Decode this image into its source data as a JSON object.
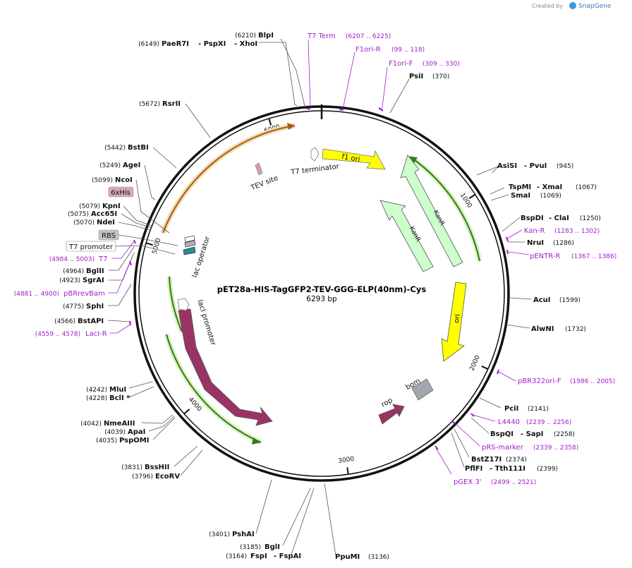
{
  "header": {
    "created_by": "Created by",
    "brand": "SnapGene"
  },
  "map": {
    "name": "pET28a-HIS-TagGFP2-TEV-GGG-ELP(40nm)-Cys",
    "size": "6293 bp",
    "total_bp": 6293,
    "ticks": [
      {
        "bp": 1000,
        "label": "1000"
      },
      {
        "bp": 2000,
        "label": "2000"
      },
      {
        "bp": 3000,
        "label": "3000"
      },
      {
        "bp": 4000,
        "label": "4000"
      },
      {
        "bp": 5000,
        "label": "5000"
      },
      {
        "bp": 6000,
        "label": "6000"
      }
    ]
  },
  "features": {
    "f1ori": "f1 ori",
    "t7term": "T7 terminator",
    "tev": "TEV site",
    "kanr_a": "KanR",
    "kanr_b": "KanR",
    "ori": "ori",
    "bom": "bom",
    "rop": "rop",
    "laci": "lacI",
    "laci_promoter": "lacI promoter",
    "lac_operator": "lac operator"
  },
  "boxed": {
    "his": "6xHis",
    "rbs": "RBS",
    "t7promoter": "T7 promoter"
  },
  "left_labels": [
    {
      "pos": "(6149)",
      "name": "PaeR7I",
      "extra": "- PspXI",
      "extra2": "- XhoI"
    },
    {
      "pos": "(6210)",
      "name": "BlpI"
    },
    {
      "pos": "(5672)",
      "name": "RsrII"
    },
    {
      "pos": "(5442)",
      "name": "BstBI"
    },
    {
      "pos": "(5249)",
      "name": "AgeI"
    },
    {
      "pos": "(5099)",
      "name": "NcoI"
    },
    {
      "pos": "(5079)",
      "name": "KpnI"
    },
    {
      "pos": "(5075)",
      "name": "Acc65I"
    },
    {
      "pos": "(5070)",
      "name": "NdeI"
    },
    {
      "pos": "(4984 .. 5003)",
      "name": "T7",
      "primer": true
    },
    {
      "pos": "(4964)",
      "name": "BglII"
    },
    {
      "pos": "(4923)",
      "name": "SgrAI"
    },
    {
      "pos": "(4881 .. 4900)",
      "name": "pBRrevBam",
      "primer": true
    },
    {
      "pos": "(4775)",
      "name": "SphI"
    },
    {
      "pos": "(4566)",
      "name": "BstAPI"
    },
    {
      "pos": "(4559 .. 4578)",
      "name": "LacI-R",
      "primer": true
    },
    {
      "pos": "(4242)",
      "name": "MluI"
    },
    {
      "pos": "(4228)",
      "name": "BclI *"
    },
    {
      "pos": "(4042)",
      "name": "NmeAIII"
    },
    {
      "pos": "(4039)",
      "name": "ApaI"
    },
    {
      "pos": "(4035)",
      "name": "PspOMI"
    },
    {
      "pos": "(3831)",
      "name": "BssHII"
    },
    {
      "pos": "(3796)",
      "name": "EcoRV"
    },
    {
      "pos": "(3401)",
      "name": "PshAI"
    },
    {
      "pos": "(3185)",
      "name": "BglI"
    },
    {
      "pos": "(3164)",
      "name": "FspI",
      "extra": "- FspAI"
    },
    {
      "pos": "(3136)",
      "name": "PpuMI"
    }
  ],
  "right_labels": [
    {
      "name": "T7 Term",
      "pos": "(6207 .. 6225)",
      "primer": true
    },
    {
      "name": "F1ori-R",
      "pos": "(99 .. 118)",
      "primer": true
    },
    {
      "name": "F1ori-F",
      "pos": "(309 .. 330)",
      "primer": true
    },
    {
      "name": "PsiI",
      "pos": "(370)"
    },
    {
      "name": "AsiSI",
      "extra": "- PvuI",
      "pos": "(945)"
    },
    {
      "name": "TspMI",
      "extra": "- XmaI",
      "pos": "(1067)"
    },
    {
      "name": "SmaI",
      "pos": "(1069)"
    },
    {
      "name": "BspDI",
      "extra": "- ClaI",
      "pos": "(1250)"
    },
    {
      "name": "Kan-R",
      "pos": "(1283 .. 1302)",
      "primer": true
    },
    {
      "name": "NruI",
      "pos": "(1286)"
    },
    {
      "name": "pENTR-R",
      "pos": "(1367 .. 1386)",
      "primer": true
    },
    {
      "name": "AcuI",
      "pos": "(1599)"
    },
    {
      "name": "AlwNI",
      "pos": "(1732)"
    },
    {
      "name": "pBR322ori-F",
      "pos": "(1986 .. 2005)",
      "primer": true
    },
    {
      "name": "PciI",
      "pos": "(2141)"
    },
    {
      "name": "L4440",
      "pos": "(2239 .. 2256)",
      "primer": true
    },
    {
      "name": "BspQI",
      "extra": "- SapI",
      "pos": "(2258)"
    },
    {
      "name": "pRS-marker",
      "pos": "(2339 .. 2358)",
      "primer": true
    },
    {
      "name": "BstZ17I",
      "pos": "(2374)"
    },
    {
      "name": "PflFI",
      "extra": "- Tth111I",
      "pos": "(2399)"
    },
    {
      "name": "pGEX 3'",
      "pos": "(2499 .. 2521)",
      "primer": true
    }
  ],
  "colors": {
    "backbone": "#111111",
    "f1ori": "#ffff00",
    "ori": "#ffff00",
    "kanr": "#ccffcc",
    "laci": "#993366",
    "rop": "#993366",
    "bom": "#a0a8b0",
    "his": "#d8a8b8",
    "primer": "#a020c8",
    "green_arc": "#66bb44",
    "orange_arc": "#e8a040"
  }
}
